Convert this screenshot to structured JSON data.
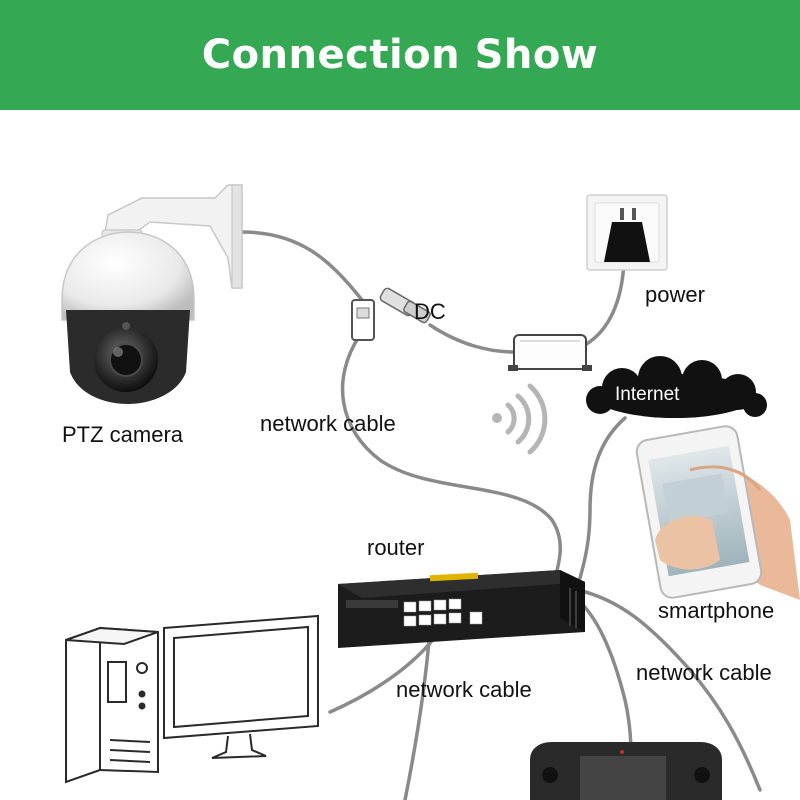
{
  "title": "Connection Show",
  "labels": {
    "ptz_camera": "PTZ camera",
    "dc": "DC",
    "power": "power",
    "internet": "Internet",
    "network_cable_1": "network cable",
    "router": "router",
    "smartphone": "smartphone",
    "network_cable_2": "network cable",
    "network_cable_3": "network cable"
  },
  "colors": {
    "banner": "#34a853",
    "cable": "#8a8a8a",
    "text": "#111111"
  },
  "icons": [
    "ptz-camera-icon",
    "power-outlet-icon",
    "power-adapter-icon",
    "network-connector-icon",
    "wifi-signal-icon",
    "internet-cloud-icon",
    "smartphone-icon",
    "router-icon",
    "desktop-computer-icon",
    "controller-icon"
  ]
}
